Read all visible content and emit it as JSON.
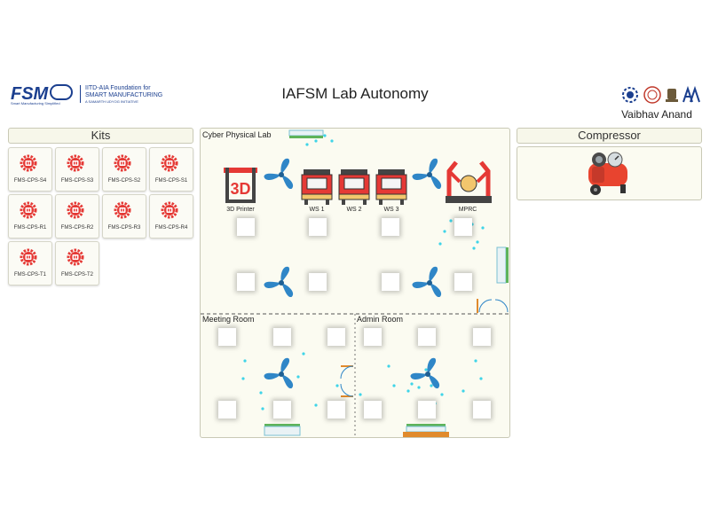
{
  "header": {
    "logo": {
      "brand": "FSM",
      "tagline": "Smart Manufacturing Simplified",
      "org_line1": "IITD-AIA Foundation for",
      "org_line2": "SMART MANUFACTURING",
      "org_line3": "A SAMARTH UDYOG INITIATIVE"
    },
    "title": "IAFSM Lab Autonomy",
    "user_name": "Vaibhav Anand"
  },
  "kits": {
    "title": "Kits",
    "items": [
      {
        "label": "FMS-CPS-S4"
      },
      {
        "label": "FMS-CPS-S3"
      },
      {
        "label": "FMS-CPS-S2"
      },
      {
        "label": "FMS-CPS-S1"
      },
      {
        "label": "FMS-CPS-R1"
      },
      {
        "label": "FMS-CPS-R2"
      },
      {
        "label": "FMS-CPS-R3"
      },
      {
        "label": "FMS-CPS-R4"
      },
      {
        "label": "FMS-CPS-T1"
      },
      {
        "label": "FMS-CPS-T2"
      }
    ],
    "icon": "gear-robot-icon",
    "accent": "#e53935"
  },
  "lab": {
    "cyber_physical_label": "Cyber Physical Lab",
    "meeting_room_label": "Meeting Room",
    "admin_room_label": "Admin Room",
    "equipment": {
      "printer": "3D Printer",
      "printer_badge": "3D",
      "ws1": "WS 1",
      "ws2": "WS 2",
      "ws3": "WS 3",
      "mprc": "MPRC"
    },
    "fan_color": "#2f86c7",
    "door_color": "#e08a2c",
    "particle_color": "#3fd4e8"
  },
  "compressor": {
    "title": "Compressor",
    "icon": "air-compressor-icon"
  }
}
